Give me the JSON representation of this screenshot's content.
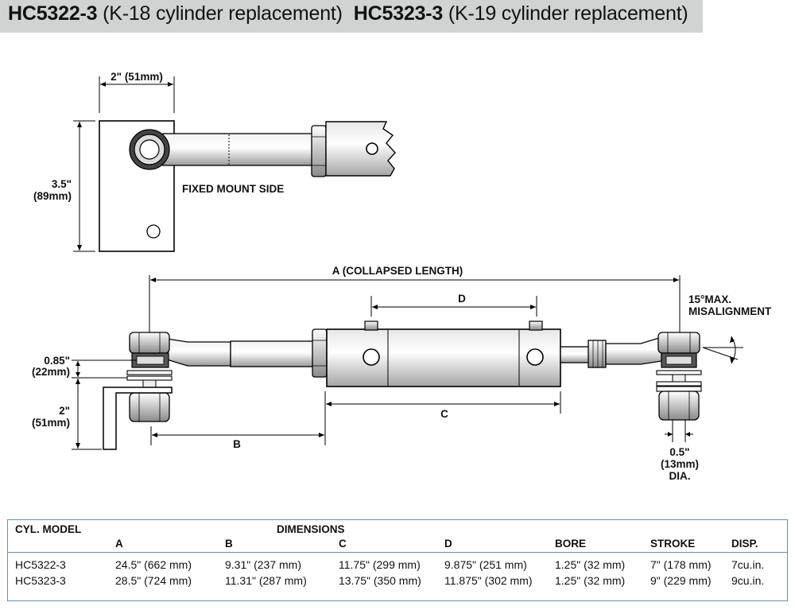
{
  "header": {
    "model1": "HC5322-3",
    "desc1": "(K-18 cylinder replacement)",
    "model2": "HC5323-3",
    "desc2": "(K-19 cylinder replacement)"
  },
  "diagram": {
    "width_label": "2\" (51mm)",
    "height_label_in": "3.5\"",
    "height_label_mm": "(89mm)",
    "fixed_mount_label": "FIXED MOUNT SIDE",
    "collapsed_label": "A (COLLAPSED LENGTH)",
    "d_label": "D",
    "c_label": "C",
    "b_label": "B",
    "misalign_1": "15°MAX.",
    "misalign_2": "MISALIGNMENT",
    "offset_in": "0.85\"",
    "offset_mm": "(22mm)",
    "bracket_in": "2\"",
    "bracket_mm": "(51mm)",
    "dia_in": "0.5\"",
    "dia_mm": "(13mm)",
    "dia_word": "DIA."
  },
  "table": {
    "col_model": "CYL. MODEL",
    "dimensions": "DIMENSIONS",
    "columns": [
      "A",
      "B",
      "C",
      "D",
      "BORE",
      "STROKE",
      "DISP."
    ],
    "rows": [
      {
        "model": "HC5322-3",
        "a": "24.5\" (662 mm)",
        "b": "9.31\" (237 mm)",
        "c": "11.75\" (299 mm)",
        "d": "9.875\" (251 mm)",
        "bore": "1.25\" (32 mm)",
        "stroke": "7\" (178 mm)",
        "disp": "7cu.in."
      },
      {
        "model": "HC5323-3",
        "a": "28.5\" (724 mm)",
        "b": "11.31\" (287 mm)",
        "c": "13.75\" (350 mm)",
        "d": "11.875\" (302 mm)",
        "bore": "1.25\" (32 mm)",
        "stroke": "9\" (229 mm)",
        "disp": "9cu.in."
      }
    ]
  }
}
